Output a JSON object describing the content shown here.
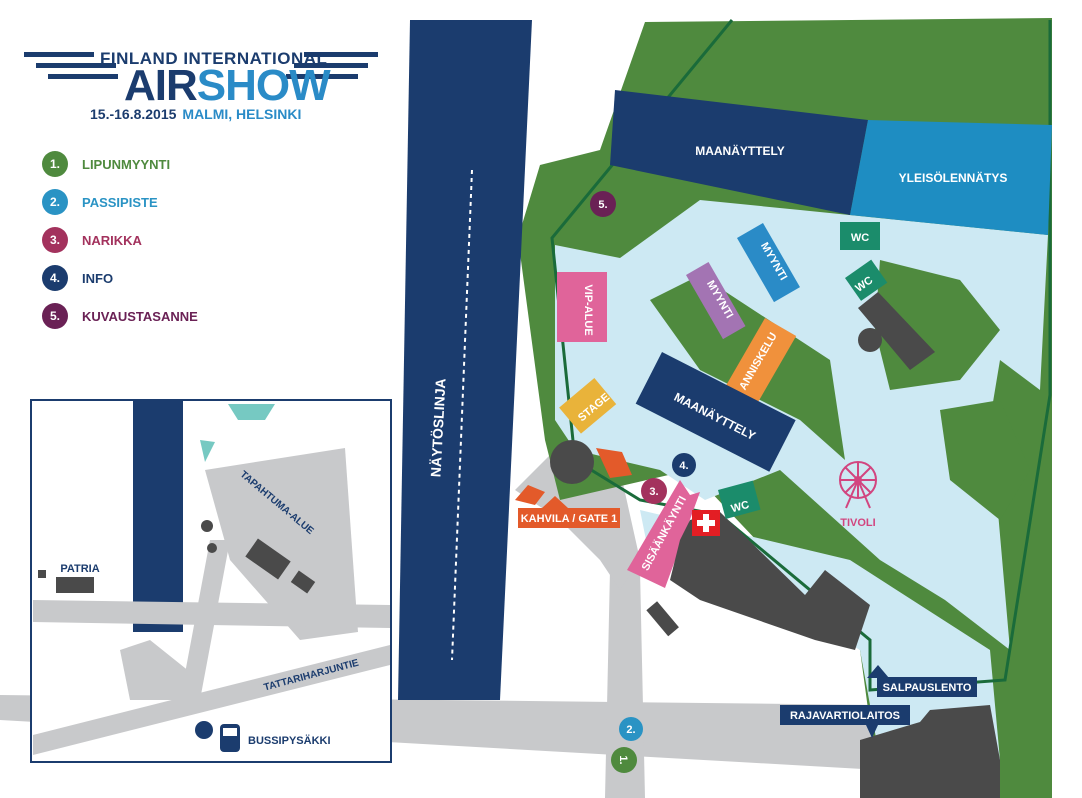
{
  "event": {
    "line1": "FINLAND INTERNATIONAL",
    "air": "AIR",
    "show": "SHOW",
    "dates": "15.-16.8.2015",
    "place": "MALMI, HELSINKI"
  },
  "legend": [
    {
      "num": "1.",
      "label": "LIPUNMYYNTI",
      "color": "#4f8a3e"
    },
    {
      "num": "2.",
      "label": "PASSIPISTE",
      "color": "#2a93c4"
    },
    {
      "num": "3.",
      "label": "NARIKKA",
      "color": "#a3325d"
    },
    {
      "num": "4.",
      "label": "INFO",
      "color": "#1b3c6e"
    },
    {
      "num": "5.",
      "label": "KUVAUSTASANNE",
      "color": "#6a2155"
    }
  ],
  "map": {
    "display_line": "NÄYTÖSLINJA",
    "areas": {
      "ground_top": "MAANÄYTTELY",
      "ground_mid": "MAANÄYTTELY",
      "public_flights": "YLEISÖLENNÄTYS",
      "vip": "VIP-ALUE",
      "stage": "STAGE",
      "sales1": "MYYNTI",
      "sales2": "MYYNTI",
      "bar": "ANNISKELU",
      "entrance": "SISÄÄNKÄYNTI",
      "cafe_gate": "KAHVILA / GATE 1",
      "tivoli": "TIVOLI",
      "wc": "WC"
    },
    "markers": {
      "m5": "5.",
      "m4": "4.",
      "m3": "3.",
      "m2": "2.",
      "m1": "1."
    },
    "signs": {
      "salpauslento": "SALPAUSLENTO",
      "rajavartiolaitos": "RAJAVARTIOLAITOS"
    }
  },
  "inset": {
    "event_area": "TAPAHTUMA-ALUE",
    "company": "PATRIA",
    "road": "TATTARIHARJUNTIE",
    "bus_stop": "BUSSIPYSÄKKI"
  },
  "colors": {
    "navy": "#1b3c6e",
    "blue": "#2a8bc7",
    "green": "#4f8a3e",
    "light_blue": "#cde9f3",
    "road": "#c8c9cb",
    "building": "#4a4a4a",
    "orange": "#f0913c",
    "pink": "#e0649a",
    "purple": "#a374b3",
    "teal": "#1b8c6b",
    "gold": "#e9b33a",
    "red_orange": "#e35a2a",
    "tivoli": "#d2457f"
  }
}
